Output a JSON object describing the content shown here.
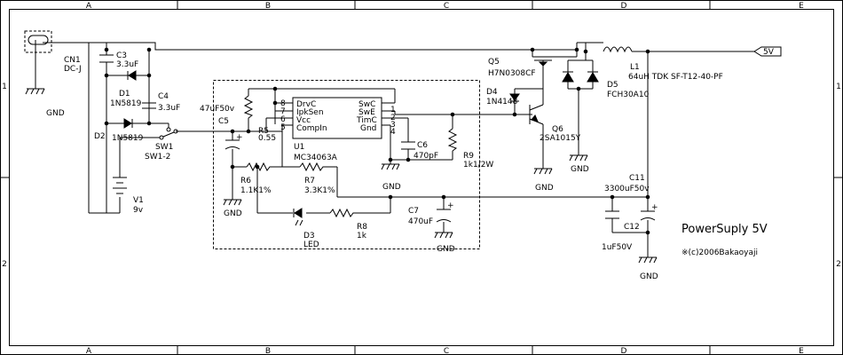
{
  "frame": {
    "cols": [
      "A",
      "B",
      "C",
      "D",
      "E"
    ],
    "rows": [
      "1",
      "2"
    ]
  },
  "title": "PowerSuply 5V",
  "copyright": "※(c)2006Bakaoyaji",
  "output_label": "5V",
  "parts": {
    "cn1": {
      "ref": "CN1",
      "value": "DC-J"
    },
    "gnd": "GND",
    "c3": {
      "ref": "C3",
      "value": "3.3uF"
    },
    "c4": {
      "ref": "C4",
      "value": "3.3uF"
    },
    "d1": {
      "ref": "D1",
      "value": "1N5819"
    },
    "d2": {
      "ref": "D2",
      "value": "1N5819"
    },
    "sw1": {
      "ref": "SW1",
      "value": "SW1-2"
    },
    "v1": {
      "ref": "V1",
      "value": "9v"
    },
    "c5": {
      "ref": "C5",
      "value": "47uF50v"
    },
    "r5": {
      "ref": "R5",
      "value": "0.55"
    },
    "u1": {
      "ref": "U1",
      "value": "MC34063A",
      "left_pins": [
        {
          "num": "8",
          "name": "DrvC"
        },
        {
          "num": "7",
          "name": "IpkSen"
        },
        {
          "num": "6",
          "name": "Vcc"
        },
        {
          "num": "5",
          "name": "CompIn"
        }
      ],
      "right_pins": [
        {
          "num": "1",
          "name": "SwC"
        },
        {
          "num": "2",
          "name": "SwE"
        },
        {
          "num": "3",
          "name": "TimC"
        },
        {
          "num": "4",
          "name": "Gnd"
        }
      ]
    },
    "c6": {
      "ref": "C6",
      "value": "470pF"
    },
    "r9": {
      "ref": "R9",
      "value": "1k1/2W"
    },
    "r6": {
      "ref": "R6",
      "value": "1.1K1%"
    },
    "r7": {
      "ref": "R7",
      "value": "3.3K1%"
    },
    "d3": {
      "ref": "D3",
      "value": "LED"
    },
    "r8": {
      "ref": "R8",
      "value": "1k"
    },
    "c7": {
      "ref": "C7",
      "value": "470uF"
    },
    "q5": {
      "ref": "Q5",
      "value": "H7N0308CF"
    },
    "d4": {
      "ref": "D4",
      "value": "1N4148"
    },
    "q6": {
      "ref": "Q6",
      "value": "2SA1015Y"
    },
    "d5": {
      "ref": "D5",
      "value": "FCH30A10"
    },
    "l1": {
      "ref": "L1",
      "value": "64uH TDK SF-T12-40-PF"
    },
    "c11": {
      "ref": "C11",
      "value": "3300uF50v"
    },
    "c12": {
      "ref": "C12",
      "value": "1uF50V"
    }
  }
}
